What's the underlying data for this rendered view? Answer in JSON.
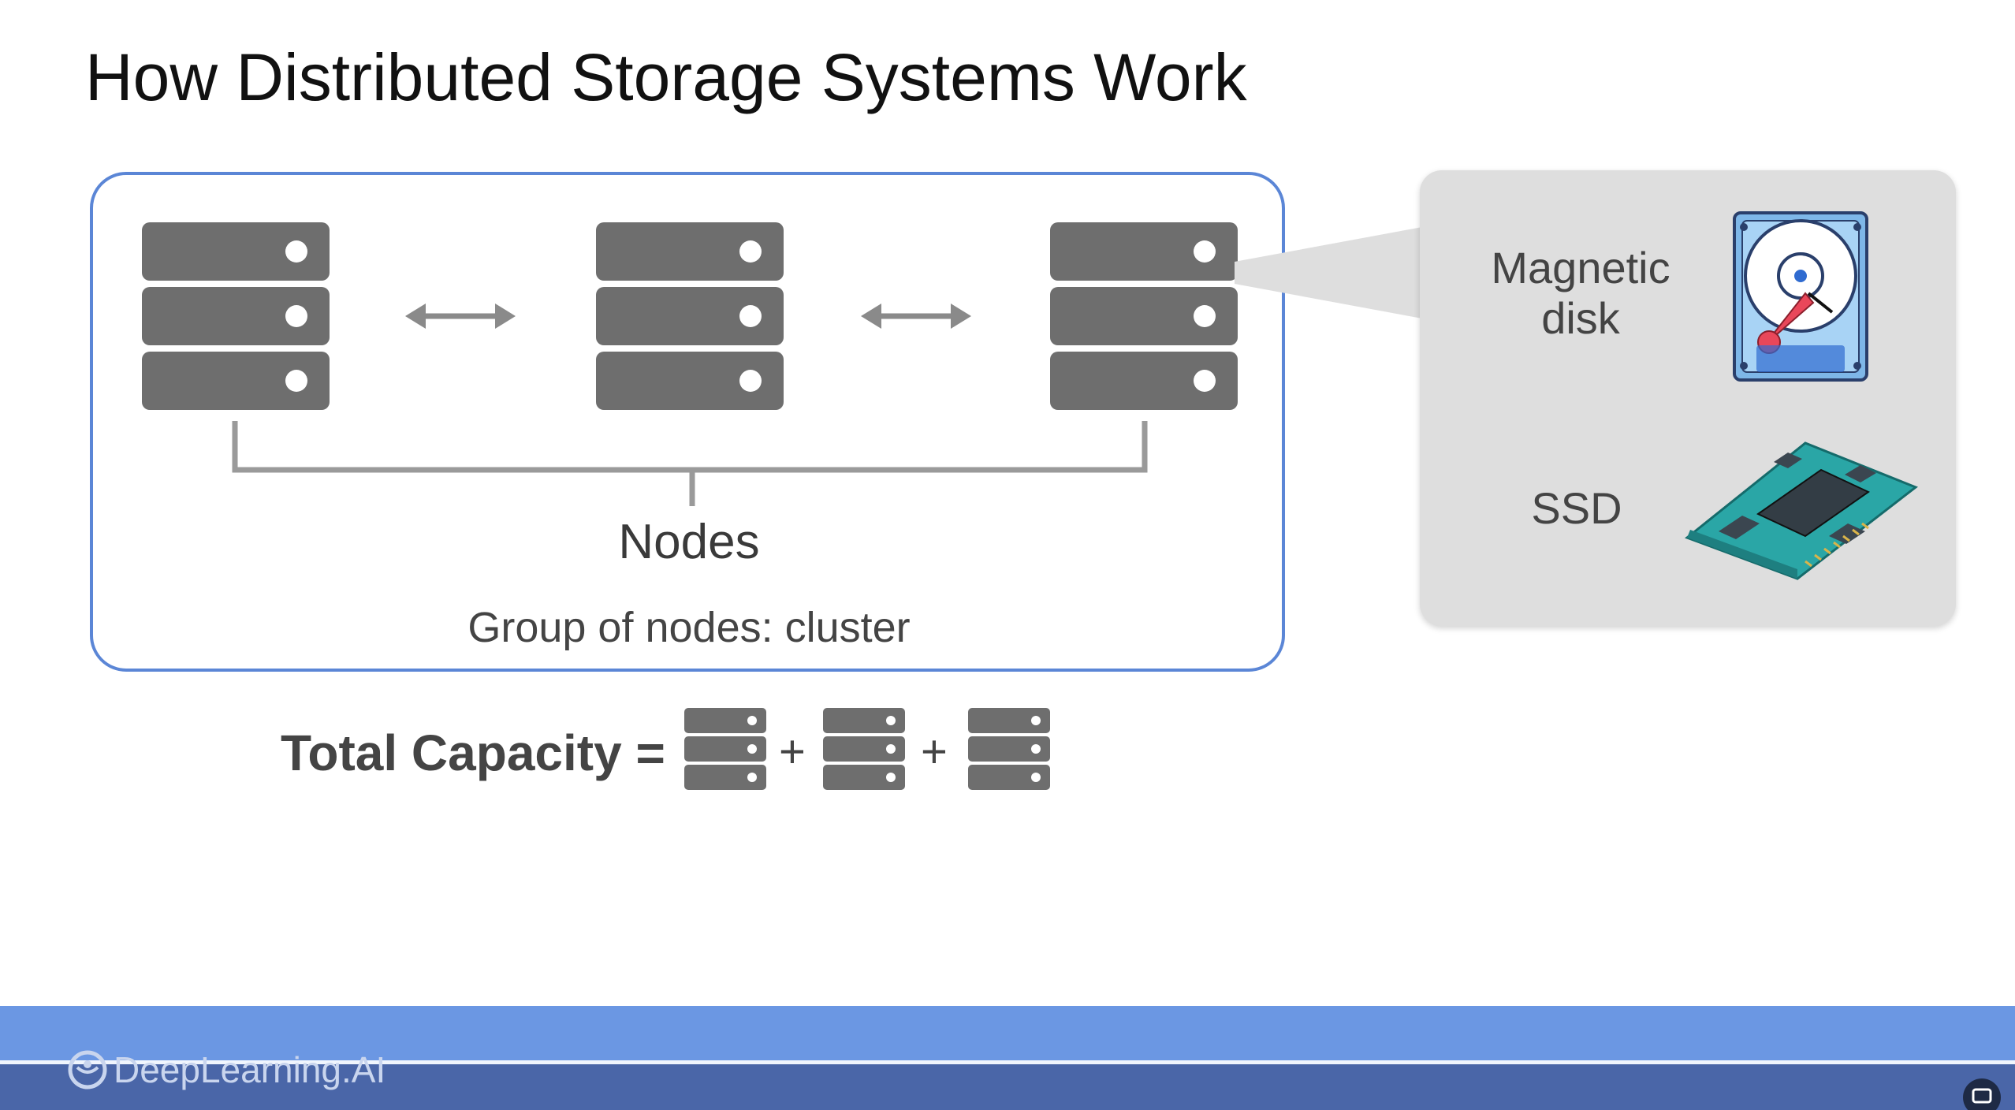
{
  "title": "How Distributed Storage Systems Work",
  "cluster": {
    "nodes_label": "Nodes",
    "cluster_label": "Group of nodes: cluster",
    "node_icon": "server-rack-icon",
    "connection_icon": "double-arrow-icon"
  },
  "capacity": {
    "label": "Total Capacity =",
    "operator": "+"
  },
  "storage_types": {
    "magnetic_label_line1": "Magnetic",
    "magnetic_label_line2": "disk",
    "magnetic_icon": "hard-disk-drive-icon",
    "ssd_label": "SSD",
    "ssd_icon": "ssd-chip-icon"
  },
  "footer": {
    "brand": "DeepLearning.AI",
    "brand_icon": "deeplearning-logo-icon"
  },
  "colors": {
    "accent_blue": "#5b86d6",
    "server_gray": "#6e6e6e",
    "footer_blue": "#6b97e3",
    "panel_gray": "#dedede"
  }
}
